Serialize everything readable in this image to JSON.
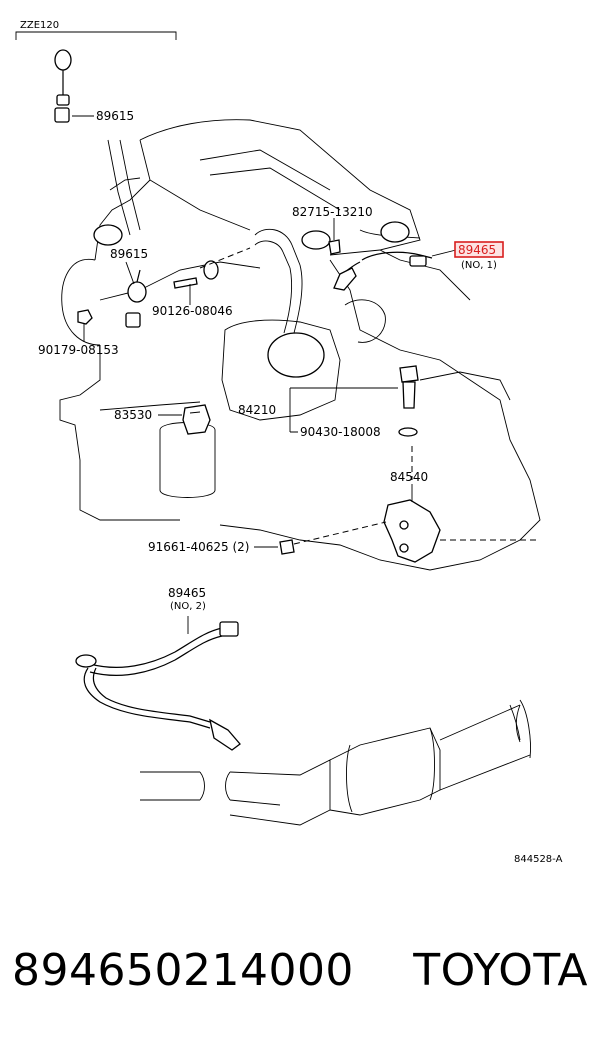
{
  "model_label": "ZZE120",
  "callouts": {
    "p89615_top": "89615",
    "p82715": "82715-13210",
    "p89465_no1": "89465",
    "p89465_no1_note": "(NO, 1)",
    "p89615_mid": "89615",
    "p90126": "90126-08046",
    "p90179": "90179-08153",
    "p83530": "83530",
    "p84210": "84210",
    "p90430": "90430-18008",
    "p84540": "84540",
    "p91661": "91661-40625 (2)",
    "p89465_no2": "89465",
    "p89465_no2_note": "(NO, 2)"
  },
  "drawing_code": "844528-A",
  "footer": {
    "part_number": "894650214000",
    "brand": "TOYOTA"
  },
  "colors": {
    "highlight_stroke": "#d81e1e",
    "highlight_fill": "#fde3e3",
    "line": "#000000"
  }
}
